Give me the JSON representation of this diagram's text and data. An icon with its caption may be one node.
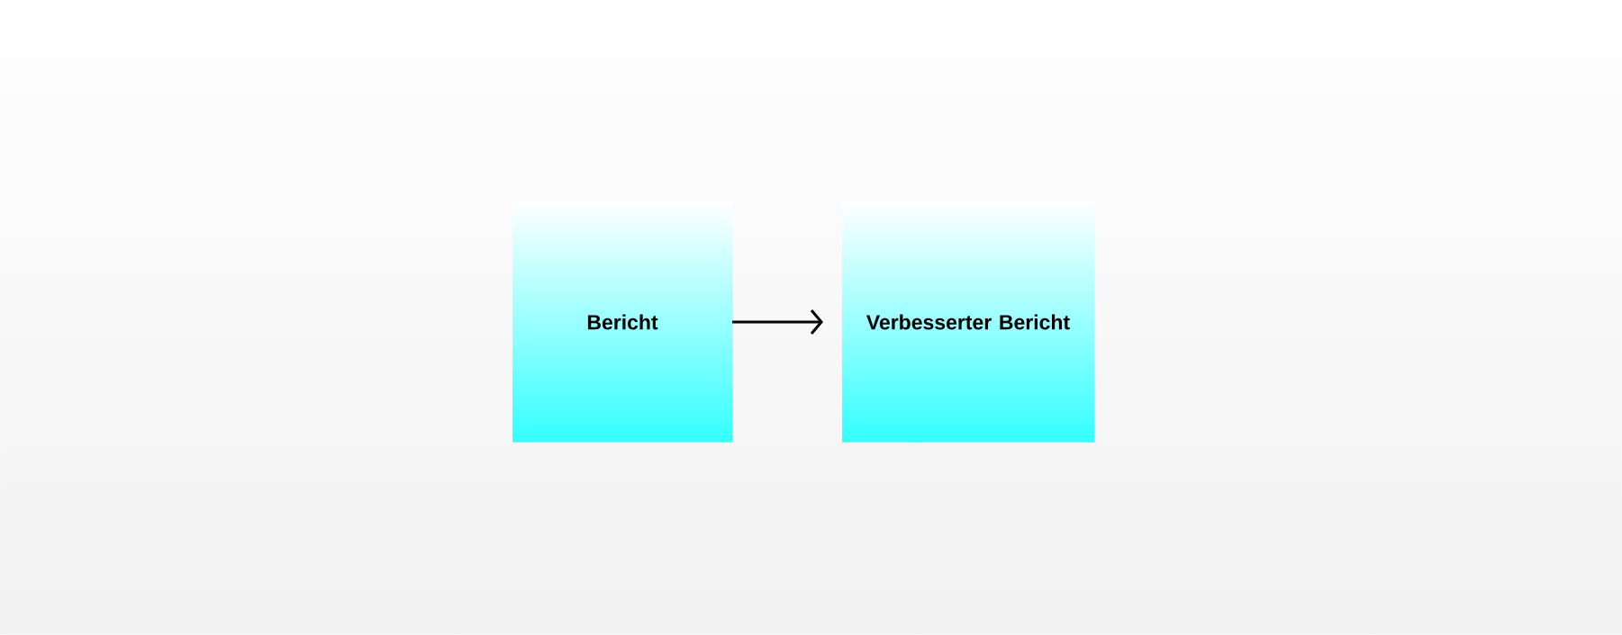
{
  "diagram": {
    "nodes": [
      {
        "text": [
          "Bericht"
        ]
      },
      {
        "text": [
          "Verbesserter Bericht"
        ]
      }
    ],
    "edges": [
      {
        "from": 0,
        "to": 1,
        "arrow": "to"
      }
    ]
  }
}
